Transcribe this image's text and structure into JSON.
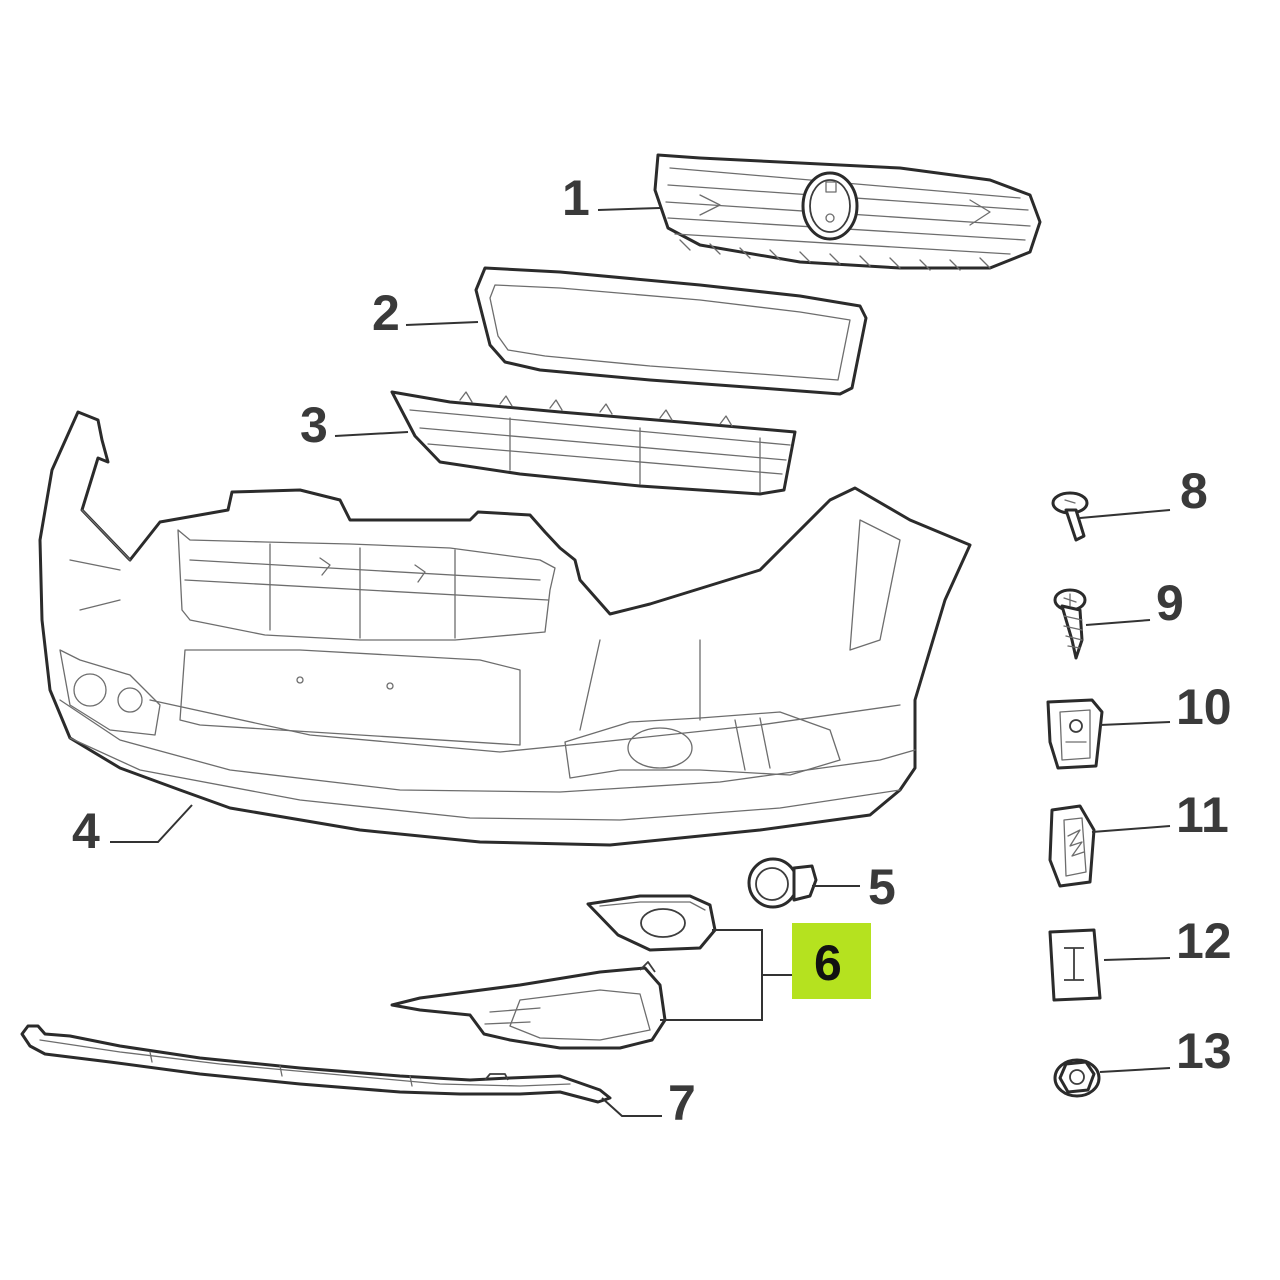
{
  "colors": {
    "line": "#2b2b2b",
    "callout_text": "#3a3a3a",
    "highlight": "#b5e21f"
  },
  "callouts": [
    {
      "id": 1,
      "label": "1",
      "part": "upper-grille"
    },
    {
      "id": 2,
      "label": "2",
      "part": "grille-frame"
    },
    {
      "id": 3,
      "label": "3",
      "part": "lower-grille"
    },
    {
      "id": 4,
      "label": "4",
      "part": "front-bumper"
    },
    {
      "id": 5,
      "label": "5",
      "part": "fog-lamp"
    },
    {
      "id": 6,
      "label": "6",
      "part": "fog-lamp-bezel-pair",
      "highlighted": true
    },
    {
      "id": 7,
      "label": "7",
      "part": "lower-spoiler"
    },
    {
      "id": 8,
      "label": "8",
      "part": "push-rivet"
    },
    {
      "id": 9,
      "label": "9",
      "part": "screw"
    },
    {
      "id": 10,
      "label": "10",
      "part": "clip-nut"
    },
    {
      "id": 11,
      "label": "11",
      "part": "retainer-clip"
    },
    {
      "id": 12,
      "label": "12",
      "part": "bracket-clip"
    },
    {
      "id": 13,
      "label": "13",
      "part": "flange-nut"
    }
  ]
}
